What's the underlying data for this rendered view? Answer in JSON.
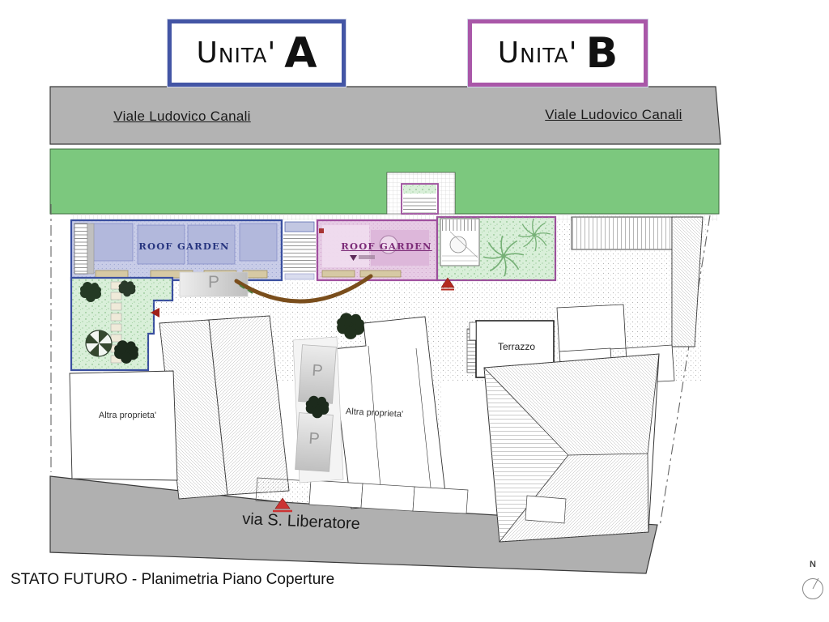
{
  "title_boxes": {
    "unit_a": {
      "label": "Unita'",
      "letter": "A",
      "border_color": "#4355a5"
    },
    "unit_b": {
      "label": "Unita'",
      "letter": "B",
      "border_color": "#a957a8"
    }
  },
  "streets": {
    "top_left": "Viale Ludovico Canali",
    "top_right": "Viale Ludovico Canali",
    "bottom": "via S. Liberatore"
  },
  "plan_labels": {
    "roof_garden_a": "ROOF GARDEN",
    "roof_garden_b": "ROOF GARDEN",
    "terrazzo": "Terrazzo",
    "parking": "P",
    "other_property_1": "Altra proprieta'",
    "other_property_2": "Altra proprieta'"
  },
  "footer": {
    "caption": "STATO FUTURO - Planimetria Piano Coperture"
  },
  "compass": {
    "north": "N"
  },
  "palette": {
    "road_gray": "#b3b3b3",
    "lawn_green": "#7cc87e",
    "garden_pale_green": "#d9efd9",
    "roof_a_fill": "#c9cde8",
    "roof_a_border": "#3a4fa0",
    "roof_b_fill": "#e7cce5",
    "roof_b_border": "#a0509f",
    "planter_tan": "#d6c9a4",
    "arc_brown": "#7a4e1c",
    "marker_red": "#b4281e"
  }
}
